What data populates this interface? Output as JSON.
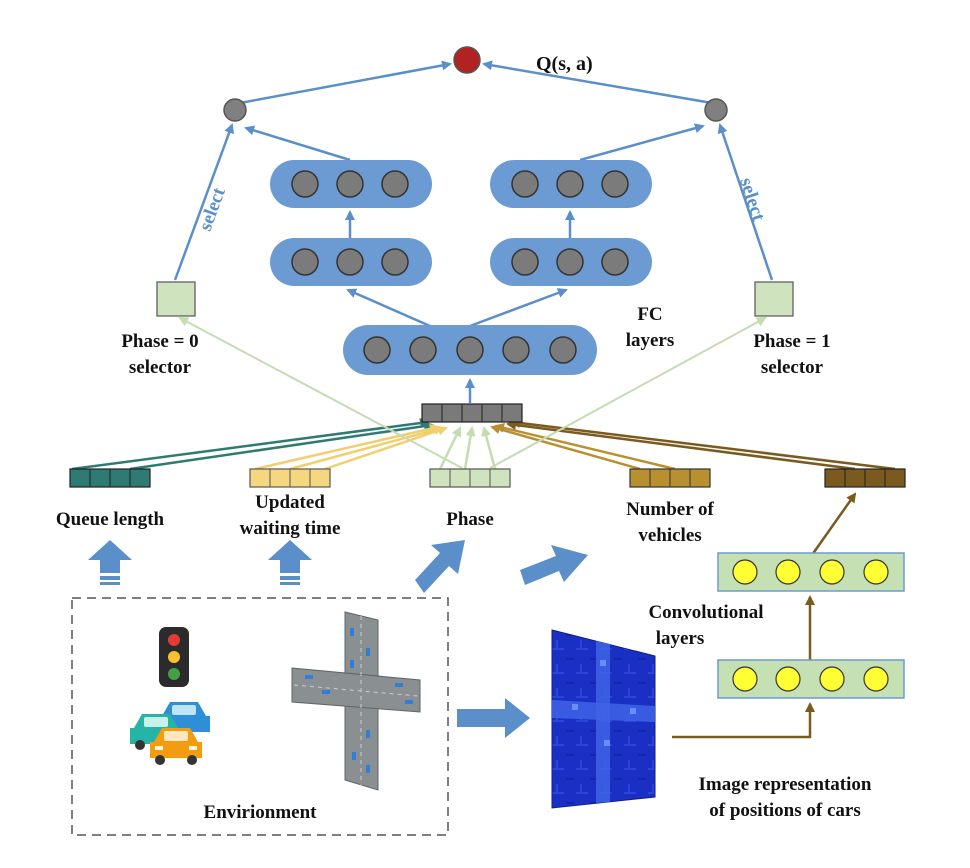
{
  "labels": {
    "q_value": "Q(s, a)",
    "select_left": "select",
    "select_right": "select",
    "fc_line1": "FC",
    "fc_line2": "layers",
    "phase0_line1": "Phase = 0",
    "phase0_line2": "selector",
    "phase1_line1": "Phase = 1",
    "phase1_line2": "selector",
    "queue_length": "Queue length",
    "waiting_line1": "Updated",
    "waiting_line2": "waiting time",
    "phase": "Phase",
    "vehicles_line1": "Number of",
    "vehicles_line2": "vehicles",
    "conv_line1": "Convolutional",
    "conv_line2": "layers",
    "environment": "Envirionment",
    "image_line1": "Image representation",
    "image_line2": "of positions of cars"
  },
  "colors": {
    "output_node": "#b22222",
    "hidden_node": "#808080",
    "fc_layer": "#6b9bd2",
    "arrow_blue": "#5b8fc9",
    "phase_green": "#cfe3bf",
    "queue_teal": "#2f7b73",
    "waiting_yellow": "#f5d77f",
    "vehicles_gold": "#b8902f",
    "image_brown": "#7a5a1e",
    "conv_green": "#c5e0b3",
    "conv_node": "#ffff33",
    "image_blue": "#1a2fc4"
  },
  "icons": [
    "traffic-light-icon",
    "cars-icon",
    "intersection-map-icon",
    "position-image-icon"
  ]
}
